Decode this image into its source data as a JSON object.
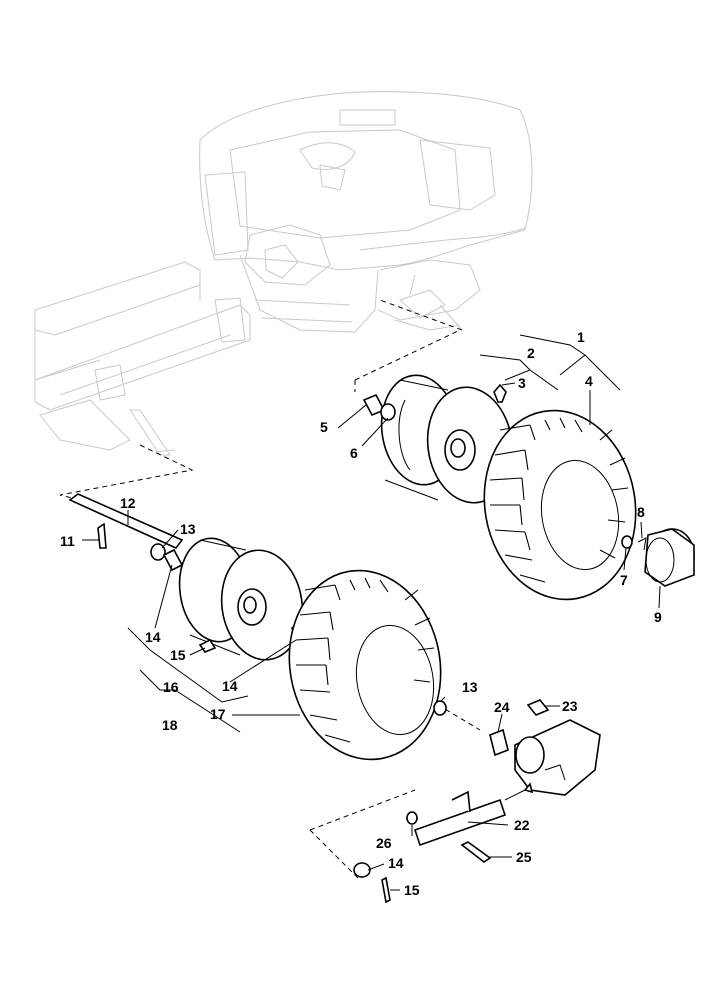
{
  "diagram": {
    "callouts": [
      {
        "id": "c1",
        "label": "1"
      },
      {
        "id": "c2",
        "label": "2"
      },
      {
        "id": "c3",
        "label": "3"
      },
      {
        "id": "c4",
        "label": "4"
      },
      {
        "id": "c5",
        "label": "5"
      },
      {
        "id": "c6",
        "label": "6"
      },
      {
        "id": "c7",
        "label": "7"
      },
      {
        "id": "c8",
        "label": "8"
      },
      {
        "id": "c9",
        "label": "9"
      },
      {
        "id": "c11",
        "label": "11"
      },
      {
        "id": "c12",
        "label": "12"
      },
      {
        "id": "c13a",
        "label": "13"
      },
      {
        "id": "c14a",
        "label": "14"
      },
      {
        "id": "c15a",
        "label": "15"
      },
      {
        "id": "c16",
        "label": "16"
      },
      {
        "id": "c14b",
        "label": "14"
      },
      {
        "id": "c17",
        "label": "17"
      },
      {
        "id": "c18",
        "label": "18"
      },
      {
        "id": "c13b",
        "label": "13"
      },
      {
        "id": "c24",
        "label": "24"
      },
      {
        "id": "c23",
        "label": "23"
      },
      {
        "id": "c22",
        "label": "22"
      },
      {
        "id": "c26",
        "label": "26"
      },
      {
        "id": "c25",
        "label": "25"
      },
      {
        "id": "c14c",
        "label": "14"
      },
      {
        "id": "c15b",
        "label": "15"
      }
    ]
  }
}
